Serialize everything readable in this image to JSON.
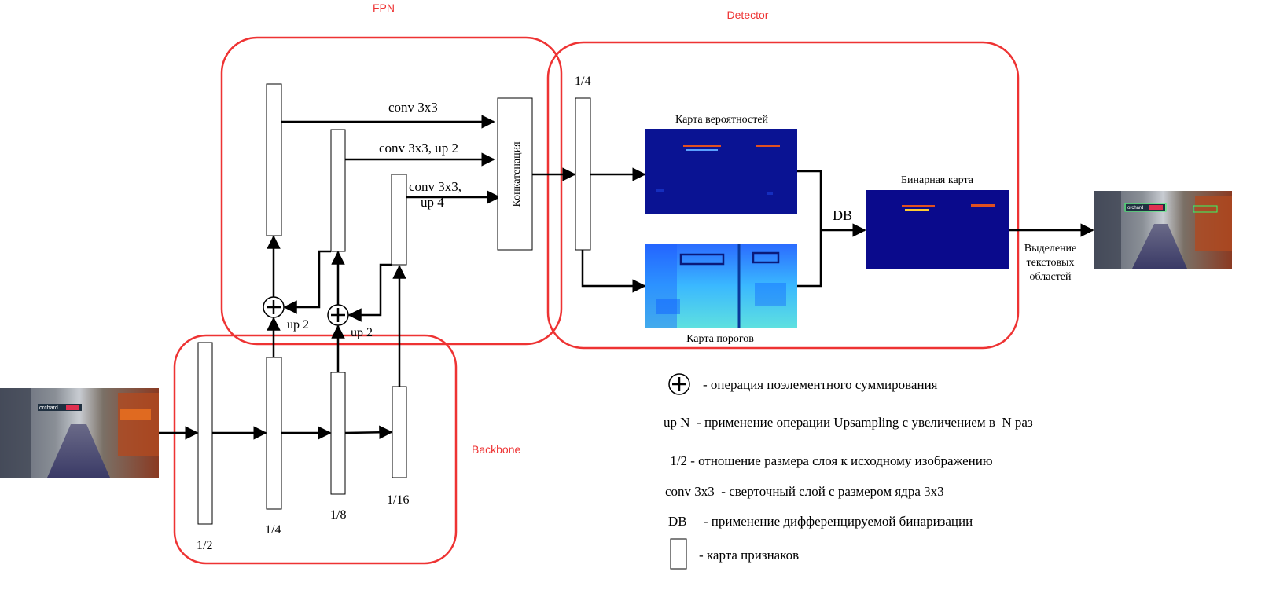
{
  "groups": {
    "fpn": "FPN",
    "detector": "Detector",
    "backbone": "Backbone"
  },
  "colors": {
    "group_border": "#ee3333",
    "map_background": "#0a0a8c",
    "line": "#000000"
  },
  "backbone": {
    "scale_1_2": "1/2",
    "scale_1_4": "1/4",
    "scale_1_8": "1/8",
    "scale_1_16": "1/16"
  },
  "fpn": {
    "conv1": "conv 3x3",
    "conv2": "conv 3x3,  up 2",
    "conv3_line1": "conv 3x3,",
    "conv3_line2": "up 4",
    "up_left": "up 2",
    "up_right": "up 2",
    "concat": "Конкатенация"
  },
  "detector": {
    "scale": "1/4",
    "prob_map": "Карта вероятностей",
    "thresh_map": "Карта порогов",
    "db": "DB",
    "binary_map": "Бинарная карта",
    "output_line1": "Выделение",
    "output_line2": "текстовых",
    "output_line3": "областей"
  },
  "legend": {
    "sum": "- операция поэлементного суммирования",
    "upn": "up N  - применение операции Upsampling с увеличением в  N раз",
    "ratio": " 1/2 - отношение размера слоя к исходному изображению",
    "conv": "conv 3x3  - сверточный слой с размером ядра 3x3",
    "db": "DB     - применение дифференцируемой бинаризации",
    "fmap": "- карта признаков"
  }
}
